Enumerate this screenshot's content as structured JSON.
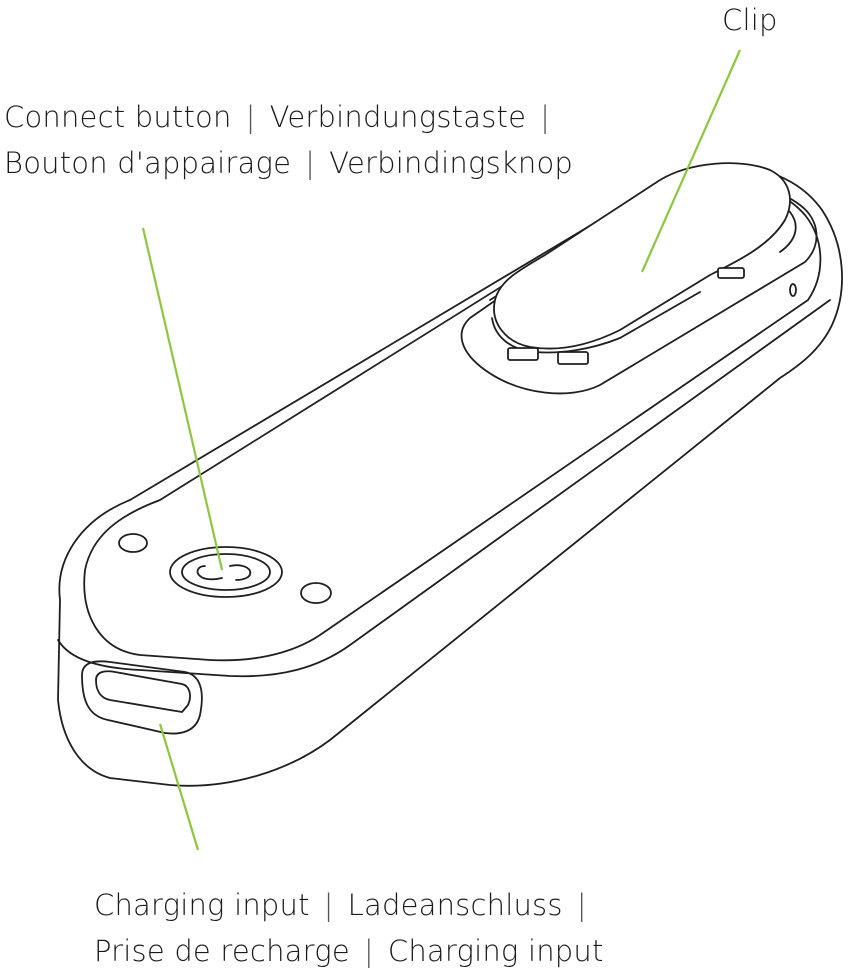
{
  "labels": {
    "connect": {
      "line1": [
        "Connect button",
        "Verbindungstaste",
        ""
      ],
      "line2": [
        "Bouton d'appairage",
        "Verbindingsknop"
      ]
    },
    "clip": "Clip",
    "charging": {
      "line1": [
        "Charging input",
        "Ladeanschluss",
        ""
      ],
      "line2": [
        "Prise de recharge",
        "Charging input"
      ]
    }
  },
  "colors": {
    "leader_line": "#8dc63f",
    "outline": "#1f1f1f"
  }
}
